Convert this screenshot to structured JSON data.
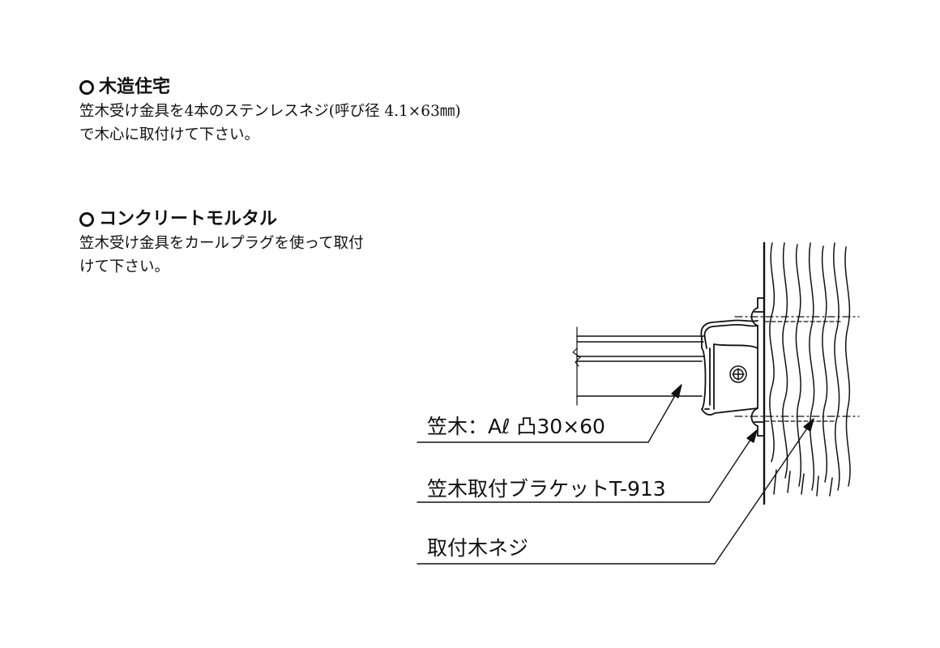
{
  "wood_house": {
    "heading": "木造住宅",
    "lines": [
      "笠木受け金具を4本のステンレスネジ(呼び径 4.1×63㎜)",
      "で木心に取付けて下さい。"
    ]
  },
  "concrete_mortar": {
    "heading": "コンクリートモルタル",
    "lines": [
      "笠木受け金具をカールプラグを使って取付",
      "けて下さい。"
    ]
  },
  "callouts": {
    "handrail": "笠木：Aℓ 凸30×60",
    "bracket": "笠木取付ブラケットT-913",
    "screw": "取付木ネジ"
  }
}
